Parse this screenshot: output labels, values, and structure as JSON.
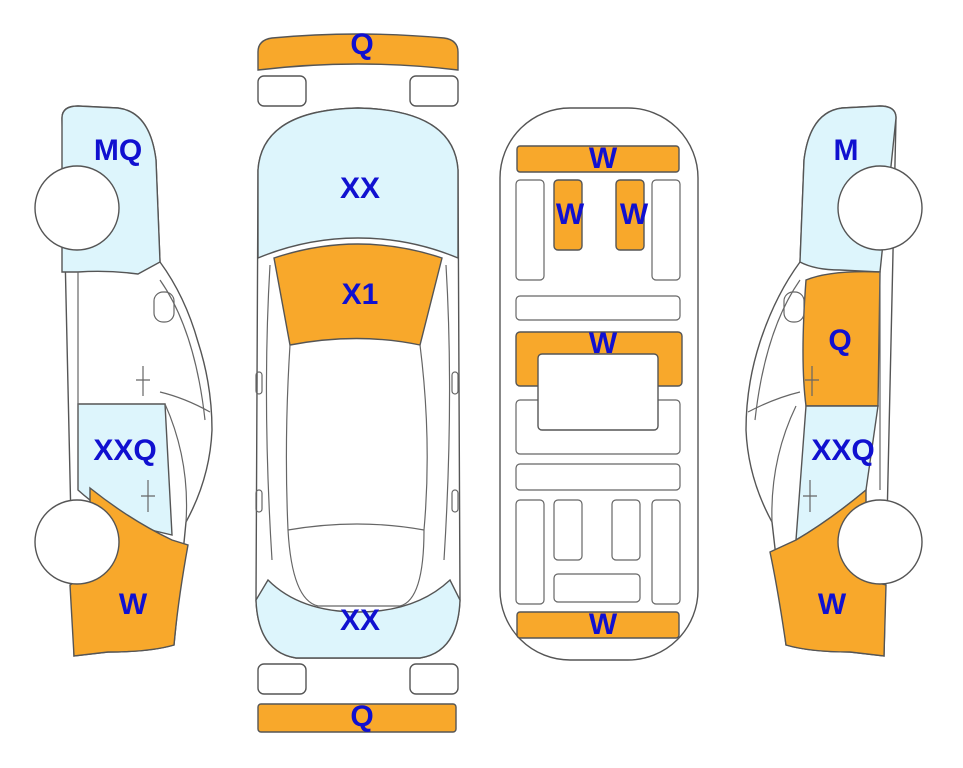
{
  "colors": {
    "damage_orange": "#F8A82B",
    "glass_blue": "#DDF5FC",
    "body_white": "#FFFFFF",
    "outline": "#555555",
    "label_blue": "#1010D0"
  },
  "views": {
    "left_side": {
      "front_panel": "MQ",
      "rear_door": "XXQ",
      "rear_quarter": "W"
    },
    "top": {
      "front_bumper": "Q",
      "hood": "XX",
      "windshield": "X1",
      "trunk": "XX",
      "rear_bumper": "Q"
    },
    "interior": {
      "dashboard": "W",
      "front_seat_left": "W",
      "front_seat_right": "W",
      "middle_panel": "W",
      "rear_panel": "W"
    },
    "right_side": {
      "front_panel": "M",
      "front_door": "Q",
      "rear_door": "XXQ",
      "rear_quarter": "W"
    }
  }
}
